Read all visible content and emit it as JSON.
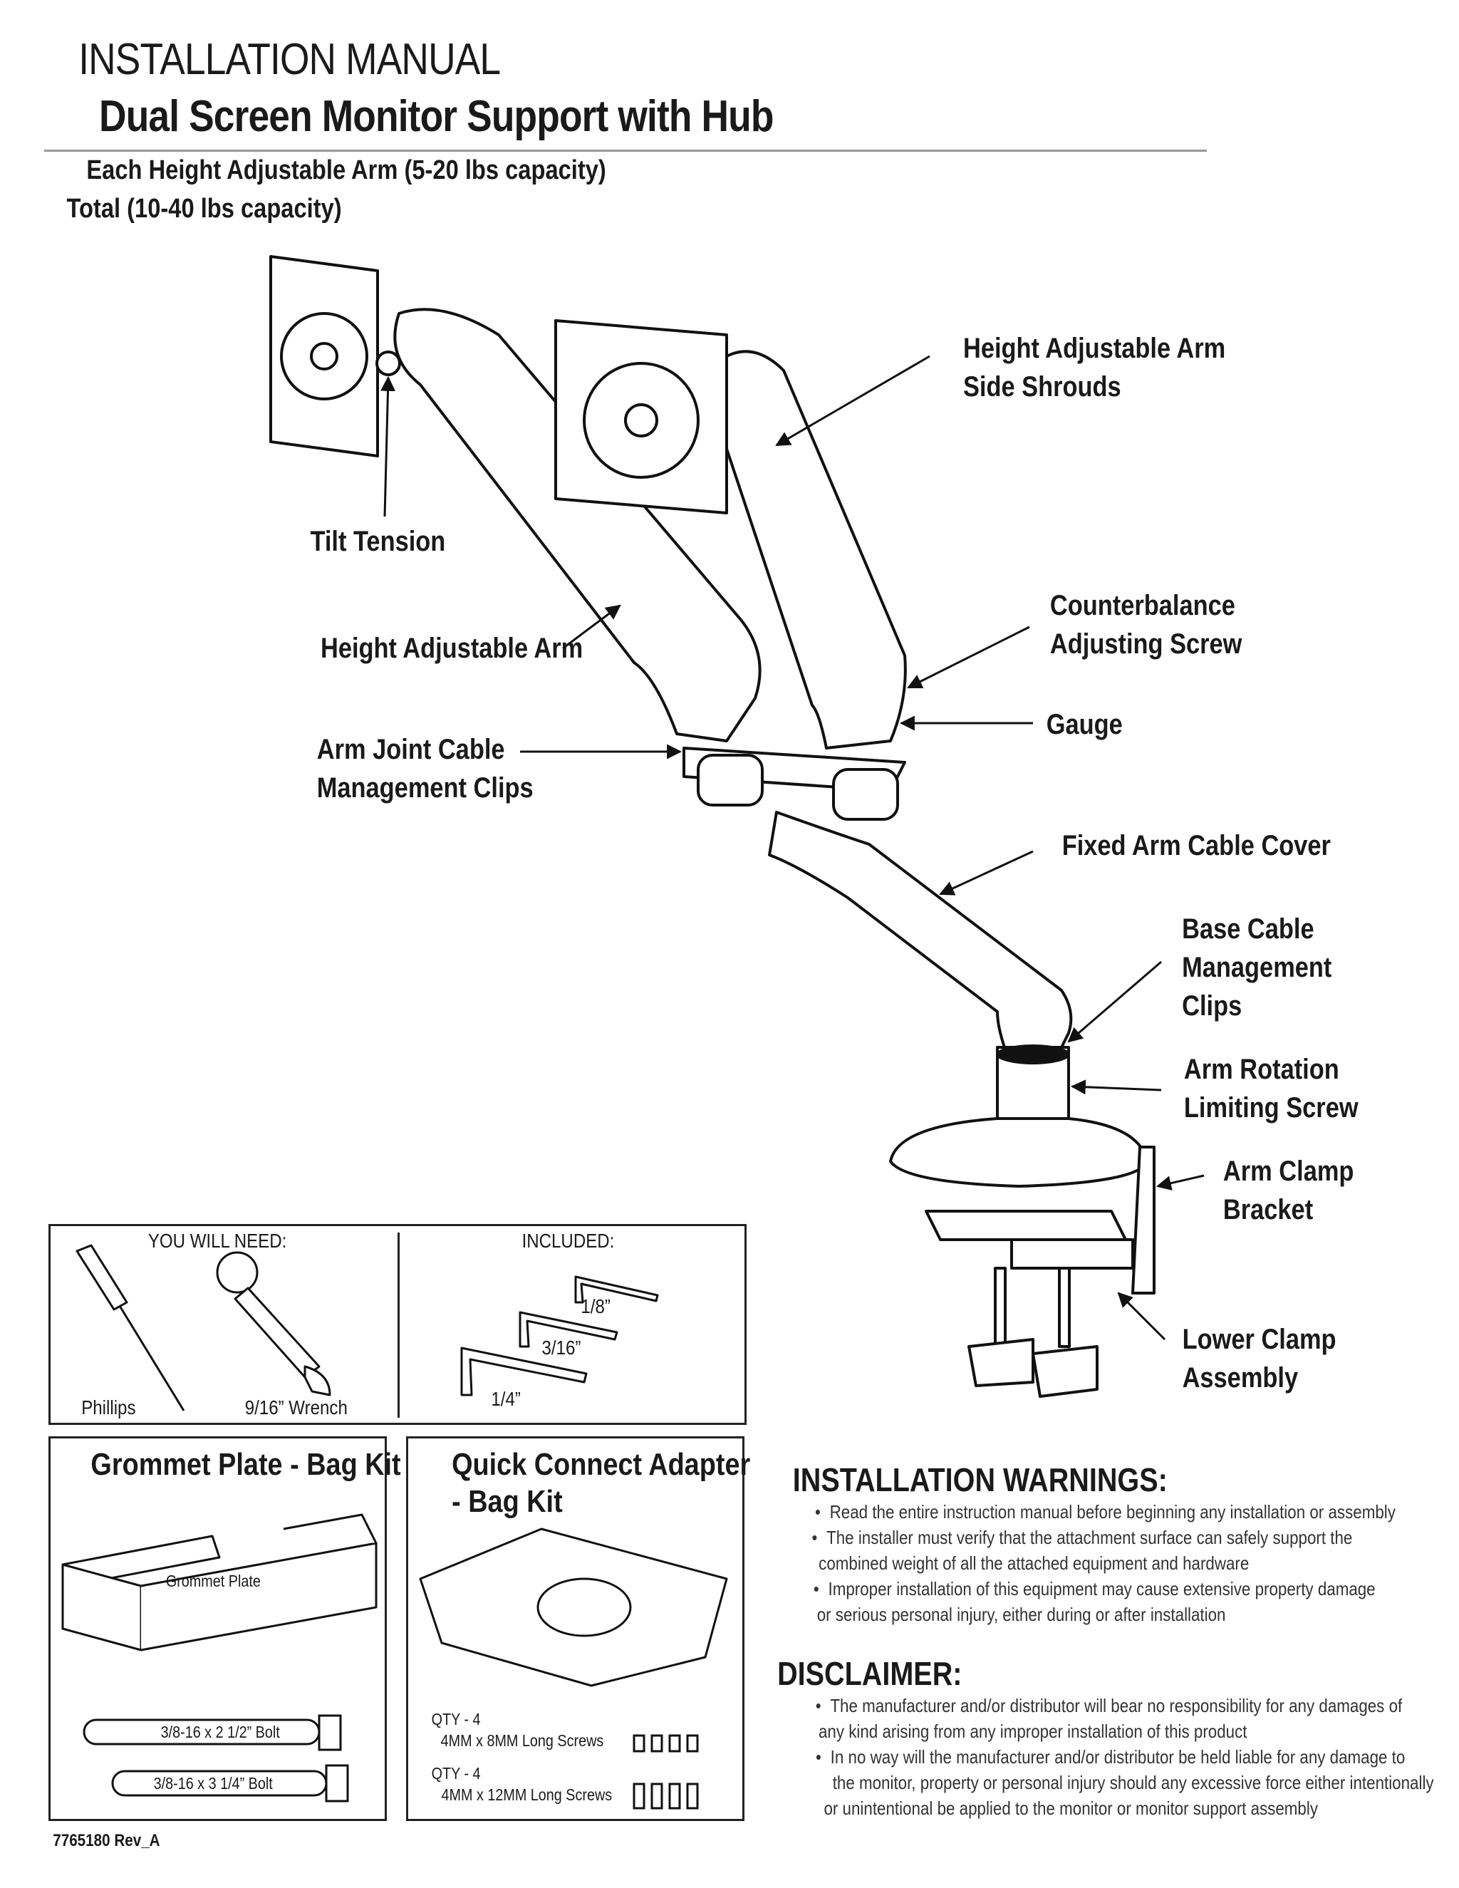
{
  "header": {
    "title_line1": "INSTALLATION MANUAL",
    "title_line2": "Dual Screen Monitor Support with Hub",
    "capacity_each": "Each Height Adjustable Arm (5-20 lbs capacity)",
    "capacity_total": "Total (10-40 lbs capacity)"
  },
  "callouts": {
    "side_shrouds_1": "Height Adjustable Arm",
    "side_shrouds_2": "Side Shrouds",
    "tilt_tension": "Tilt Tension",
    "height_arm": "Height Adjustable Arm",
    "counterbalance_1": "Counterbalance",
    "counterbalance_2": "Adjusting Screw",
    "gauge": "Gauge",
    "arm_joint_1": "Arm Joint Cable",
    "arm_joint_2": "Management Clips",
    "fixed_cover": "Fixed Arm Cable Cover",
    "base_cable_1": "Base Cable",
    "base_cable_2": "Management",
    "base_cable_3": "Clips",
    "rotation_1": "Arm Rotation",
    "rotation_2": "Limiting Screw",
    "clamp_bracket_1": "Arm Clamp",
    "clamp_bracket_2": "Bracket",
    "lower_clamp_1": "Lower Clamp",
    "lower_clamp_2": "Assembly"
  },
  "tools": {
    "you_will_need": "YOU WILL NEED:",
    "included": "INCLUDED:",
    "phillips": "Phillips",
    "wrench": "9/16” Wrench",
    "hex_small": "1/8”",
    "hex_medium": "3/16”",
    "hex_large": "1/4”"
  },
  "grommet_kit": {
    "title": "Grommet Plate - Bag Kit",
    "plate_label": "Grommet Plate",
    "bolt_1": "3/8-16 x 2 1/2” Bolt",
    "bolt_2": "3/8-16 x 3 1/4” Bolt"
  },
  "adapter_kit": {
    "title_1": "Quick Connect Adapter",
    "title_2": "- Bag Kit",
    "qty_1": "QTY - 4",
    "screw_1": "4MM x 8MM Long Screws",
    "qty_2": "QTY - 4",
    "screw_2": "4MM x 12MM Long Screws"
  },
  "warnings": {
    "heading": "INSTALLATION WARNINGS:",
    "b1": "Read the entire instruction manual before beginning any installation or assembly",
    "b2a": "The installer must verify that the attachment surface can safely support the",
    "b2b": "combined weight of all the attached equipment and hardware",
    "b3a": "Improper installation of this equipment may cause extensive property damage",
    "b3b": "or serious personal injury, either during or after installation"
  },
  "disclaimer": {
    "heading": "DISCLAIMER:",
    "b1a": "The manufacturer and/or distributor will bear no responsibility for any damages of",
    "b1b": "any kind arising from any improper installation of this product",
    "b2a": "In no way will the manufacturer and/or distributor be held liable for any damage to",
    "b2b": "the monitor, property or personal injury should any excessive force either intentionally",
    "b2c": "or unintentional be applied to the monitor or monitor support assembly"
  },
  "footer": {
    "part_number": "7765180 Rev_A"
  }
}
